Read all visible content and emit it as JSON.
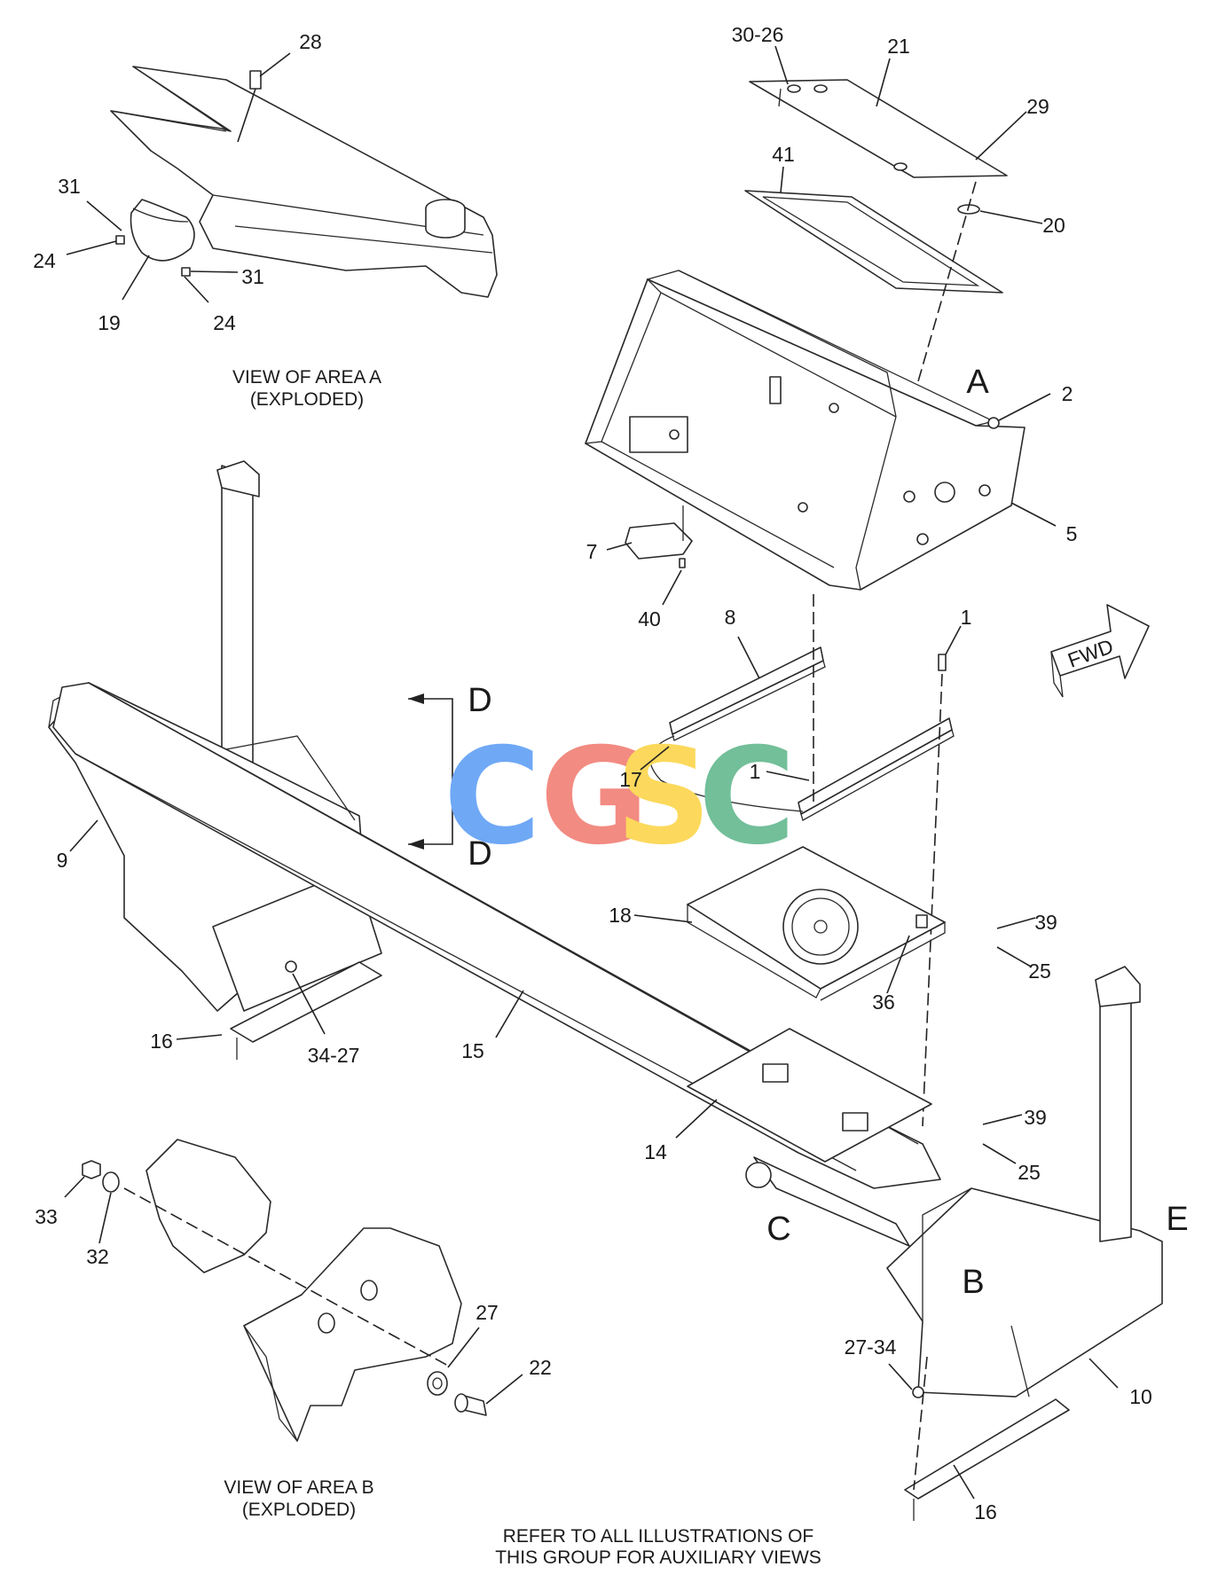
{
  "captions": {
    "area_a": [
      "VIEW OF AREA  A",
      "(EXPLODED)"
    ],
    "area_b": [
      "VIEW OF AREA  B",
      "(EXPLODED)"
    ],
    "footer": [
      "REFER TO ALL ILLUSTRATIONS OF",
      "THIS GROUP FOR AUXILIARY VIEWS"
    ]
  },
  "fwd_label": "FWD",
  "watermark": {
    "letters": [
      "C",
      "G",
      "S",
      "C"
    ],
    "colors": [
      "#6fa8f5",
      "#f28b82",
      "#fcd95c",
      "#72bf99"
    ]
  },
  "view_letters": [
    "A",
    "C",
    "B",
    "E",
    "D",
    "D"
  ],
  "callouts": [
    "28",
    "30-26",
    "21",
    "29",
    "41",
    "20",
    "31",
    "24",
    "31",
    "19",
    "24",
    "2",
    "A",
    "5",
    "7",
    "40",
    "8",
    "1",
    "1",
    "17",
    "9",
    "18",
    "39",
    "25",
    "36",
    "16",
    "34-27",
    "15",
    "14",
    "39",
    "25",
    "33",
    "32",
    "27",
    "22",
    "27-34",
    "10",
    "16"
  ]
}
